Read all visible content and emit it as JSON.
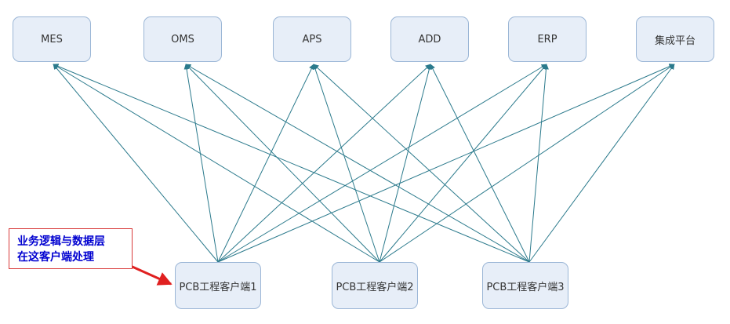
{
  "systems": [
    {
      "id": "mes",
      "label": "MES"
    },
    {
      "id": "oms",
      "label": "OMS"
    },
    {
      "id": "aps",
      "label": "APS"
    },
    {
      "id": "add",
      "label": "ADD"
    },
    {
      "id": "erp",
      "label": "ERP"
    },
    {
      "id": "integration",
      "label": "集成平台"
    }
  ],
  "clients": [
    {
      "id": "client1",
      "label": "PCB工程客户端1"
    },
    {
      "id": "client2",
      "label": "PCB工程客户端2"
    },
    {
      "id": "client3",
      "label": "PCB工程客户端3"
    }
  ],
  "note": {
    "line1": "业务逻辑与数据层",
    "line2": "在这客户端处理"
  },
  "colors": {
    "connector": "#2b7a8c",
    "note_border": "#d83a3a",
    "note_text": "#0000d0",
    "arrow_red": "#e02020",
    "node_fill": "#e7eef8",
    "node_border": "#9bb6d6"
  }
}
